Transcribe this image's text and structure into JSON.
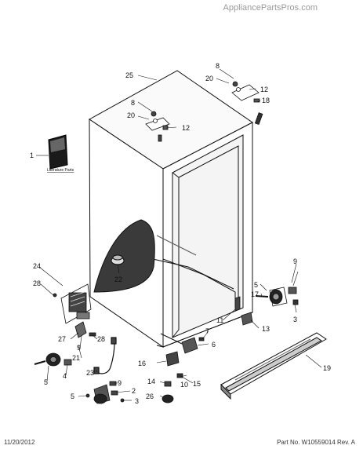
{
  "watermark": "AppliancePartsPros.com",
  "footer": {
    "date": "11/20/2012",
    "part_info": "Part No. W10559014  Rev. A"
  },
  "literature_label": "Literature Parts",
  "callouts": [
    "25",
    "8",
    "20",
    "12",
    "18",
    "8",
    "20",
    "12",
    "1",
    "24",
    "28",
    "22",
    "9",
    "5",
    "17",
    "3",
    "11",
    "13",
    "7",
    "6",
    "27",
    "9",
    "21",
    "28",
    "4",
    "5",
    "23",
    "16",
    "10",
    "15",
    "14",
    "26",
    "9",
    "2",
    "3",
    "5",
    "19"
  ]
}
